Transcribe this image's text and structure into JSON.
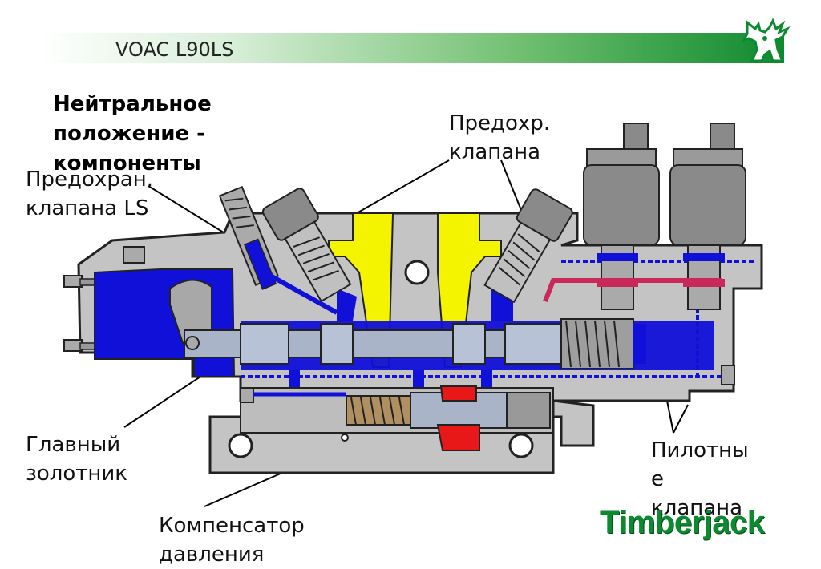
{
  "header": {
    "title": "VOAC L90LS"
  },
  "slide_title": "Нейтральное\nположение -\nкомпоненты",
  "labels": {
    "ls_relief": "Предохран.\nклапана LS",
    "relief_valves": "Предохр.\nклапана",
    "main_spool": "Главный\nзолотник",
    "compensator": "Компенсатор\nдавления",
    "pilot_valves": "Пилотны\nе\nклапана"
  },
  "brand": "Timberjack",
  "colors": {
    "housing": "#bdbdbd",
    "oil_blue": "#1010d8",
    "relief_yellow": "#f4f400",
    "pressure_red": "#e81818",
    "pilot_pink": "#c8285a",
    "brand_green": "#0c8a2f"
  }
}
